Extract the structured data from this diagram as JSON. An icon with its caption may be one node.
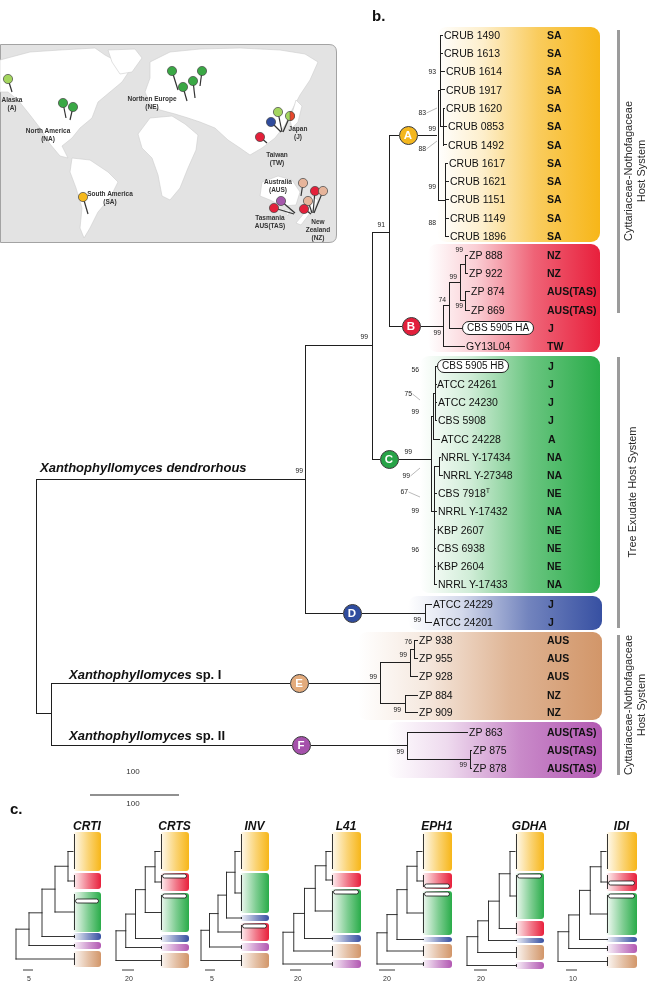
{
  "diagram": {
    "nodes": [
      {
        "text": [
          "A"
        ]
      },
      {
        "text": [
          "CRUB 1490",
          "SA",
          "CRUB 1613",
          "SA",
          "CRUB 1614",
          "SA",
          "CRUB 1917",
          "SA",
          "CRUB 1620",
          "SA",
          "CRUB 0853",
          "SA",
          "CRUB 1492",
          "SA",
          "CRUB 1617",
          "SA",
          "CRUB 1621",
          "SA",
          "CRUB 1151",
          "SA",
          "CRUB 1149",
          "SA",
          "CRUB 1896",
          "SA"
        ],
        "beside": [
          "93",
          "99",
          "99",
          "88"
        ]
      },
      {
        "text": [
          "83"
        ]
      },
      {
        "text": [
          "88"
        ]
      },
      {
        "text": [
          "B"
        ]
      },
      {
        "text": [
          "99",
          "ZP 888",
          "NZ",
          "ZP 922",
          "NZ",
          "99",
          "ZP 874",
          "AUS(TAS)",
          "74",
          "99",
          "ZP 869",
          "AUS(TAS)",
          "J",
          "99",
          "GY13L04",
          "TW"
        ]
      },
      {
        "text": [
          "CBS 5905 HA"
        ],
        "in": 5
      },
      {
        "text": [
          "C"
        ]
      },
      {
        "text": [
          "J",
          "ATCC 24261",
          "J",
          "ATCC 24230",
          "J",
          "CBS 5908",
          "J",
          "ATCC 24228",
          "A",
          "NRRL Y-17434",
          "NA",
          "NRRL Y-27348",
          "NA",
          "CBS 7918$^{T}$",
          "NE",
          "NRRL Y-17432",
          "NA",
          "KBP 2607",
          "NE",
          "CBS 6938",
          "NE",
          "KBP 2604",
          "NE",
          "NRRL Y-17433",
          "NA"
        ],
        "beside": [
          "56",
          "99",
          "99",
          "96"
        ]
      },
      {
        "text": [
          "CBS 5905 HB"
        ],
        "in": 8
      },
      {
        "text": [
          "75"
        ]
      },
      {
        "text": [
          "99"
        ]
      },
      {
        "text": [
          "67"
        ]
      },
      {
        "text": [
          "D"
        ]
      },
      {
        "text": [
          "ATCC 24229",
          "J",
          "99",
          "ATCC 24201",
          "J"
        ]
      },
      {
        "text": [
          "E"
        ]
      },
      {
        "text": [
          "76",
          "ZP 938",
          "AUS",
          "99",
          "ZP 955",
          "AUS",
          "99",
          "ZP 928",
          "AUS",
          "ZP 884",
          "NZ",
          "99",
          "ZP 909",
          "NZ"
        ]
      },
      {
        "text": [
          "F"
        ]
      },
      {
        "text": [
          "ZP 863",
          "AUS(TAS)",
          "99",
          "ZP 875",
          "AUS(TAS)",
          "99",
          "ZP 878",
          "AUS(TAS)"
        ]
      }
    ],
    "edges": [
      {
        "from": null,
        "to": 0,
        "arrow": "none"
      },
      {
        "from": 0,
        "to": 1,
        "arrow": "none"
      },
      {
        "from": 2,
        "to": 1,
        "arrow": "none",
        "color": "#8c8c8c"
      },
      {
        "from": 3,
        "to": 1,
        "arrow": "none",
        "color": "#8c8c8c"
      },
      {
        "from": null,
        "to": 4,
        "arrow": "none"
      },
      {
        "from": 4,
        "to": 5,
        "arrow": "none"
      },
      {
        "from": 4,
        "to": 6,
        "arrow": "none"
      },
      {
        "from": null,
        "to": 7,
        "arrow": "none"
      },
      {
        "from": 7,
        "to": 8,
        "arrow": "none"
      },
      {
        "from": 7,
        "to": 9,
        "arrow": "none"
      },
      {
        "from": 10,
        "to": 8,
        "arrow": "none",
        "color": "#8c8c8c"
      },
      {
        "from": 11,
        "to": 8,
        "arrow": "none",
        "color": "#8c8c8c"
      },
      {
        "from": 12,
        "to": 8,
        "arrow": "none",
        "color": "#8c8c8c"
      },
      {
        "from": null,
        "to": 13,
        "arrow": "none"
      },
      {
        "from": 13,
        "to": 14,
        "arrow": "none"
      },
      {
        "from": null,
        "to": 15,
        "arrow": "none"
      },
      {
        "from": 15,
        "to": 16,
        "arrow": "none"
      },
      {
        "from": null,
        "to": 17,
        "arrow": "none"
      },
      {
        "from": 17,
        "to": 18,
        "arrow": "none"
      }
    ],
    "labels": [
      "b.",
      "Alaska (A)",
      "Northen Europe (NE)",
      "North America (NA)",
      "Japan (J)",
      "Taiwan (TW)",
      "Australia (AUS)",
      "South America (SA)",
      "Tasmania AUS(TAS)",
      "New Zealand (NZ)",
      "91",
      "Cyttariaceae-Nothofagaceae Host System",
      "99",
      "99",
      "Xanthophyllomyces dendrorhous",
      "99",
      "Tree Exudate Host System",
      "*Xanthophyllomyces* sp. I",
      "*Xanthophyllomyces* sp. II",
      "100",
      "Cyttariaceae-Nothofagaceae Host System",
      "c.",
      "100",
      "CRTI",
      "CRTS",
      "INV",
      "L41",
      "EPH1",
      "GDHA",
      "IDI",
      "5",
      "20",
      "5",
      "20",
      "20",
      "20",
      "10"
    ]
  }
}
